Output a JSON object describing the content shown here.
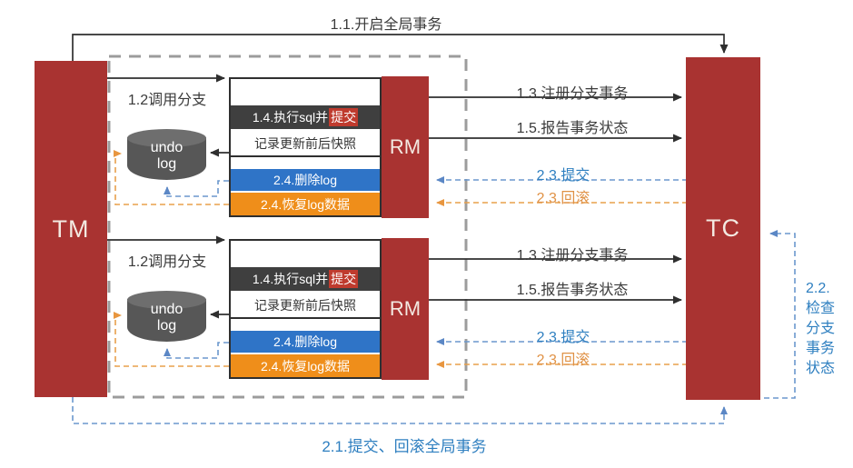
{
  "colors": {
    "box_red": "#a93331",
    "highlight_red": "#bf3b2e",
    "row_dark": "#3f3f3f",
    "row_blue": "#2f74c7",
    "row_orange": "#ef8e1a",
    "dashed_blue": "#6b97cd",
    "dashed_orange": "#e8a04c",
    "dashed_gray": "#9c9c9c",
    "label_blue": "#2e7fc0",
    "label_orange": "#e09246"
  },
  "actors": {
    "tm": "TM",
    "tc": "TC"
  },
  "flows": {
    "begin_global": "1.1.开启全局事务",
    "commit_rollback_global": "2.1.提交、回滚全局事务",
    "check_branch_lines": [
      "2.2.",
      "检查",
      "分支",
      "事务",
      "状态"
    ]
  },
  "rm_instances": [
    {
      "call_branch": "1.2调用分支",
      "undo_line1": "undo",
      "undo_line2": "log",
      "exec_sql_prefix": "1.4.执行sql并",
      "exec_sql_highlight": "提交",
      "record_snapshot": "记录更新前后快照",
      "delete_log": "2.4.删除log",
      "restore_log": "2.4.恢复log数据",
      "rm": "RM",
      "register_branch": "1.3.注册分支事务",
      "report_status": "1.5.报告事务状态",
      "commit": "2.3.提交",
      "rollback": "2.3.回滚"
    },
    {
      "call_branch": "1.2调用分支",
      "undo_line1": "undo",
      "undo_line2": "log",
      "exec_sql_prefix": "1.4.执行sql并",
      "exec_sql_highlight": "提交",
      "record_snapshot": "记录更新前后快照",
      "delete_log": "2.4.删除log",
      "restore_log": "2.4.恢复log数据",
      "rm": "RM",
      "register_branch": "1.3.注册分支事务",
      "report_status": "1.5.报告事务状态",
      "commit": "2.3.提交",
      "rollback": "2.3.回滚"
    }
  ]
}
